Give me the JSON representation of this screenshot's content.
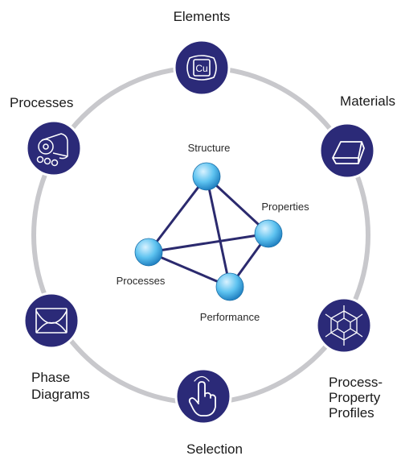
{
  "colors": {
    "ring": "#c8c8cc",
    "node_fill": "#2b2a78",
    "node_stroke": "#ffffff",
    "icon": "#ffffff",
    "edge": "#2b2a6e",
    "sphere_light": "#d9f2ff",
    "sphere_mid": "#5ec3f0",
    "sphere_dark": "#1f7fc0"
  },
  "outer_nodes": [
    {
      "id": "elements",
      "lines": [
        "Elements"
      ],
      "icon": "copper-element-icon",
      "icon_text": "Cu"
    },
    {
      "id": "materials",
      "lines": [
        "Materials"
      ],
      "icon": "ingot-icon"
    },
    {
      "id": "process-property-profiles",
      "lines": [
        "Process-",
        "Property",
        "Profiles"
      ],
      "icon": "microstructure-icon"
    },
    {
      "id": "selection",
      "lines": [
        "Selection"
      ],
      "icon": "pointing-hand-icon"
    },
    {
      "id": "phase-diagrams",
      "lines": [
        "Phase",
        "Diagrams"
      ],
      "icon": "phase-diagram-icon"
    },
    {
      "id": "processes",
      "lines": [
        "Processes"
      ],
      "icon": "rolling-mill-icon"
    }
  ],
  "tetrahedron": {
    "vertices": [
      {
        "id": "structure",
        "label": "Structure"
      },
      {
        "id": "properties",
        "label": "Properties"
      },
      {
        "id": "processes",
        "label": "Processes"
      },
      {
        "id": "performance",
        "label": "Performance"
      }
    ],
    "edges": [
      [
        "structure",
        "properties"
      ],
      [
        "structure",
        "processes"
      ],
      [
        "structure",
        "performance"
      ],
      [
        "properties",
        "processes"
      ],
      [
        "properties",
        "performance"
      ],
      [
        "processes",
        "performance"
      ]
    ]
  }
}
